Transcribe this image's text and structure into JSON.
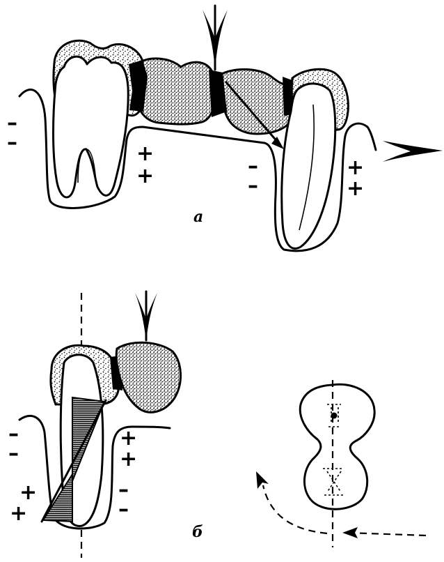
{
  "figure_a": {
    "caption": "а",
    "signs": {
      "molar_mesial_minus": "–",
      "molar_distal_plus": "+",
      "canine_mesial_minus": "–",
      "canine_distal_plus": "+"
    }
  },
  "figure_b": {
    "caption": "б",
    "signs": {
      "left_upper_minus": "–",
      "right_upper_plus": "+",
      "left_lower_plus": "+",
      "right_lower_minus": "–"
    }
  },
  "icons": {
    "load_arrow": "downward-chevron-arrow",
    "displacement_arrow": "rightward-chevron-arrow",
    "rotation_arrow": "curved-dashed-arrow"
  },
  "colors": {
    "ink": "#000000",
    "paper": "#ffffff"
  }
}
